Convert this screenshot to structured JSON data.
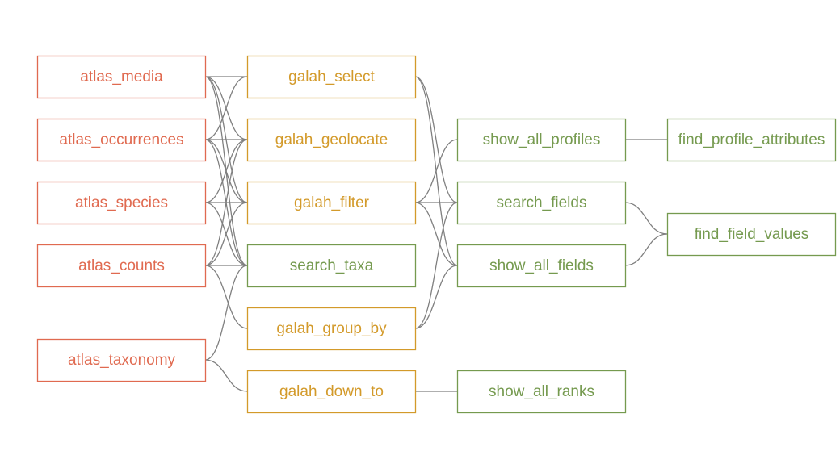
{
  "colors": {
    "atlas": "#e06a50",
    "galah": "#d39a2a",
    "lookup": "#759a4f",
    "edge": "#7f7f7f",
    "background": "#ffffff"
  },
  "nodes": [
    {
      "id": "atlas_media",
      "label": "atlas_media",
      "group": "atlas"
    },
    {
      "id": "atlas_occurrences",
      "label": "atlas_occurrences",
      "group": "atlas"
    },
    {
      "id": "atlas_species",
      "label": "atlas_species",
      "group": "atlas"
    },
    {
      "id": "atlas_counts",
      "label": "atlas_counts",
      "group": "atlas"
    },
    {
      "id": "atlas_taxonomy",
      "label": "atlas_taxonomy",
      "group": "atlas"
    },
    {
      "id": "galah_select",
      "label": "galah_select",
      "group": "galah"
    },
    {
      "id": "galah_geolocate",
      "label": "galah_geolocate",
      "group": "galah"
    },
    {
      "id": "galah_filter",
      "label": "galah_filter",
      "group": "galah"
    },
    {
      "id": "search_taxa",
      "label": "search_taxa",
      "group": "lookup"
    },
    {
      "id": "galah_group_by",
      "label": "galah_group_by",
      "group": "galah"
    },
    {
      "id": "galah_down_to",
      "label": "galah_down_to",
      "group": "galah"
    },
    {
      "id": "show_all_profiles",
      "label": "show_all_profiles",
      "group": "lookup"
    },
    {
      "id": "search_fields",
      "label": "search_fields",
      "group": "lookup"
    },
    {
      "id": "show_all_fields",
      "label": "show_all_fields",
      "group": "lookup"
    },
    {
      "id": "show_all_ranks",
      "label": "show_all_ranks",
      "group": "lookup"
    },
    {
      "id": "find_profile_attributes",
      "label": "find_profile_attributes",
      "group": "lookup"
    },
    {
      "id": "find_field_values",
      "label": "find_field_values",
      "group": "lookup"
    }
  ],
  "edges": [
    [
      "atlas_media",
      "galah_select"
    ],
    [
      "atlas_media",
      "galah_filter"
    ],
    [
      "atlas_media",
      "search_taxa"
    ],
    [
      "atlas_media",
      "galah_geolocate"
    ],
    [
      "atlas_occurrences",
      "galah_select"
    ],
    [
      "atlas_occurrences",
      "galah_geolocate"
    ],
    [
      "atlas_occurrences",
      "galah_filter"
    ],
    [
      "atlas_occurrences",
      "search_taxa"
    ],
    [
      "atlas_species",
      "galah_geolocate"
    ],
    [
      "atlas_species",
      "galah_filter"
    ],
    [
      "atlas_species",
      "search_taxa"
    ],
    [
      "atlas_counts",
      "galah_geolocate"
    ],
    [
      "atlas_counts",
      "galah_filter"
    ],
    [
      "atlas_counts",
      "search_taxa"
    ],
    [
      "atlas_counts",
      "galah_group_by"
    ],
    [
      "atlas_taxonomy",
      "search_taxa"
    ],
    [
      "atlas_taxonomy",
      "galah_down_to"
    ],
    [
      "galah_select",
      "search_fields"
    ],
    [
      "galah_select",
      "show_all_fields"
    ],
    [
      "galah_filter",
      "show_all_profiles"
    ],
    [
      "galah_filter",
      "search_fields"
    ],
    [
      "galah_filter",
      "show_all_fields"
    ],
    [
      "galah_group_by",
      "search_fields"
    ],
    [
      "galah_group_by",
      "show_all_fields"
    ],
    [
      "galah_down_to",
      "show_all_ranks"
    ],
    [
      "show_all_profiles",
      "find_profile_attributes"
    ],
    [
      "search_fields",
      "find_field_values"
    ],
    [
      "show_all_fields",
      "find_field_values"
    ]
  ]
}
